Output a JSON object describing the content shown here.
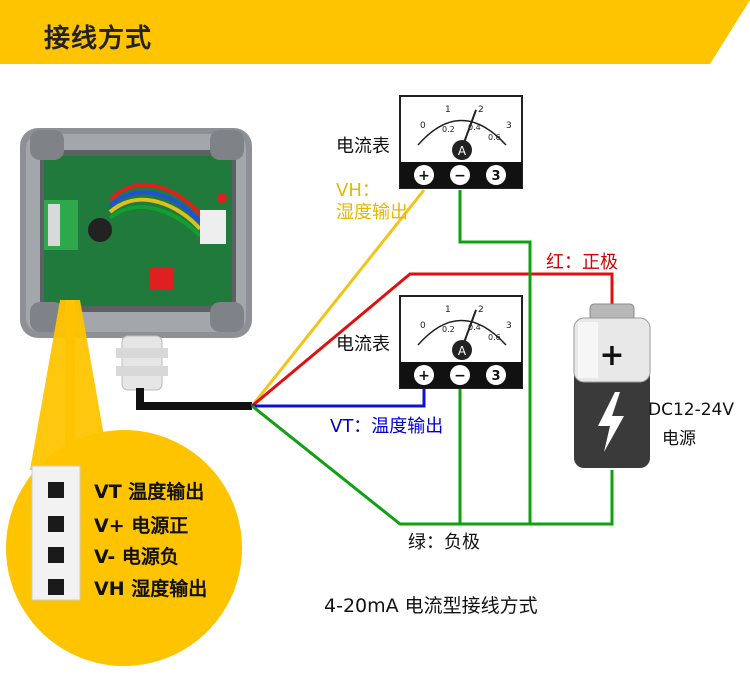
{
  "banner": {
    "title": "接线方式"
  },
  "meters": [
    {
      "label": "电流表",
      "terminals": [
        "+",
        "−",
        "3"
      ],
      "unit": "A",
      "scale_top": [
        "0",
        "1",
        "2",
        "3"
      ],
      "scale_bottom": [
        "0.2",
        "0.4",
        "0.6"
      ]
    },
    {
      "label": "电流表",
      "terminals": [
        "+",
        "−",
        "3"
      ],
      "unit": "A",
      "scale_top": [
        "0",
        "1",
        "2",
        "3"
      ],
      "scale_bottom": [
        "0.2",
        "0.4",
        "0.6"
      ]
    }
  ],
  "wire_labels": {
    "vh_line1": "VH：",
    "vh_line2": "湿度输出",
    "red": "红：正极",
    "vt": "VT：温度输出",
    "green": "绿：负极"
  },
  "battery": {
    "voltage": "DC12-24V",
    "name": "电源",
    "symbol": "+"
  },
  "legend": [
    {
      "text": "VT 温度输出"
    },
    {
      "text": "V+ 电源正"
    },
    {
      "text": "V- 电源负"
    },
    {
      "text": "VH 湿度输出"
    }
  ],
  "caption": "4-20mA 电流型接线方式",
  "colors": {
    "banner": "#ffc400",
    "yellow_wire": "#f0c419",
    "red_wire": "#e01010",
    "blue_wire": "#1010d0",
    "green_wire": "#10a010"
  }
}
